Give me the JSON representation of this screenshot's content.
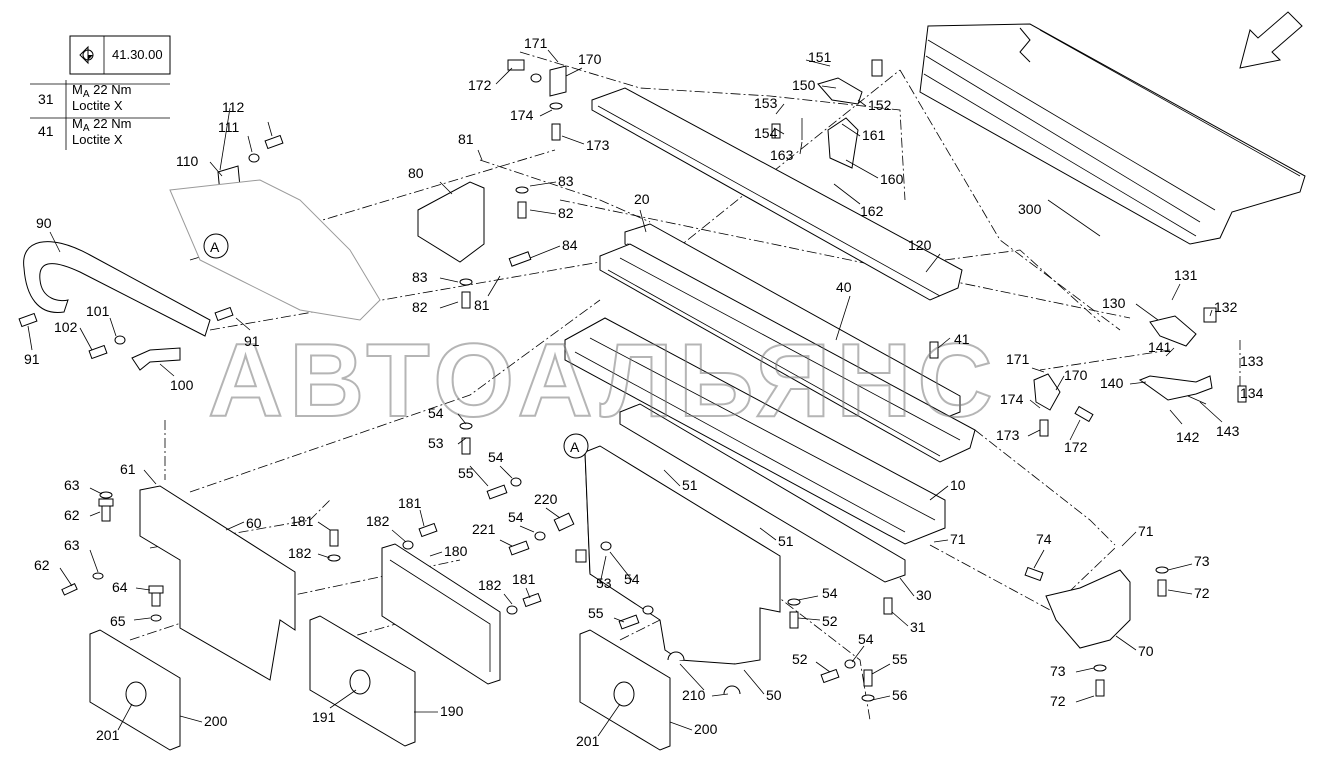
{
  "header": {
    "ref_code": "41.30.00",
    "rows": [
      {
        "pos": "31",
        "line1": "M",
        "sub": "A",
        "line1b": " 22 Nm",
        "line2": "Loctite X"
      },
      {
        "pos": "41",
        "line1": "M",
        "sub": "A",
        "line1b": " 22 Nm",
        "line2": "Loctite X"
      }
    ]
  },
  "watermark": "АВТОАЛЬЯНС",
  "markers": {
    "a1": "A",
    "a2": "A"
  },
  "labels": {
    "p10": "10",
    "p20": "20",
    "p30": "30",
    "p31": "31",
    "p40": "40",
    "p41": "41",
    "p50": "50",
    "p51a": "51",
    "p51b": "51",
    "p52a": "52",
    "p52b": "52",
    "p53a": "53",
    "p53b": "53",
    "p54a": "54",
    "p54b": "54",
    "p54c": "54",
    "p54d": "54",
    "p54e": "54",
    "p54f": "54",
    "p55a": "55",
    "p55b": "55",
    "p55c": "55",
    "p56": "56",
    "p60": "60",
    "p61": "61",
    "p62a": "62",
    "p62b": "62",
    "p63a": "63",
    "p63b": "63",
    "p64": "64",
    "p65": "65",
    "p70": "70",
    "p71a": "71",
    "p71b": "71",
    "p72a": "72",
    "p72b": "72",
    "p73a": "73",
    "p73b": "73",
    "p74": "74",
    "p80": "80",
    "p81a": "81",
    "p81b": "81",
    "p82a": "82",
    "p82b": "82",
    "p83a": "83",
    "p83b": "83",
    "p84": "84",
    "p90": "90",
    "p91a": "91",
    "p91b": "91",
    "p100": "100",
    "p101": "101",
    "p102": "102",
    "p110": "110",
    "p111": "111",
    "p112": "112",
    "p120": "120",
    "p130": "130",
    "p131": "131",
    "p132": "132",
    "p133": "133",
    "p134": "134",
    "p140": "140",
    "p141": "141",
    "p142": "142",
    "p143": "143",
    "p150": "150",
    "p151": "151",
    "p152": "152",
    "p153": "153",
    "p154": "154",
    "p160": "160",
    "p161": "161",
    "p162": "162",
    "p163": "163",
    "p170a": "170",
    "p170b": "170",
    "p171a": "171",
    "p171b": "171",
    "p172a": "172",
    "p172b": "172",
    "p173a": "173",
    "p173b": "173",
    "p174a": "174",
    "p174b": "174",
    "p180": "180",
    "p181a": "181",
    "p181b": "181",
    "p181c": "181",
    "p182a": "182",
    "p182b": "182",
    "p182c": "182",
    "p190": "190",
    "p191": "191",
    "p200a": "200",
    "p200b": "200",
    "p201a": "201",
    "p201b": "201",
    "p210": "210",
    "p220": "220",
    "p221": "221",
    "p300": "300"
  }
}
